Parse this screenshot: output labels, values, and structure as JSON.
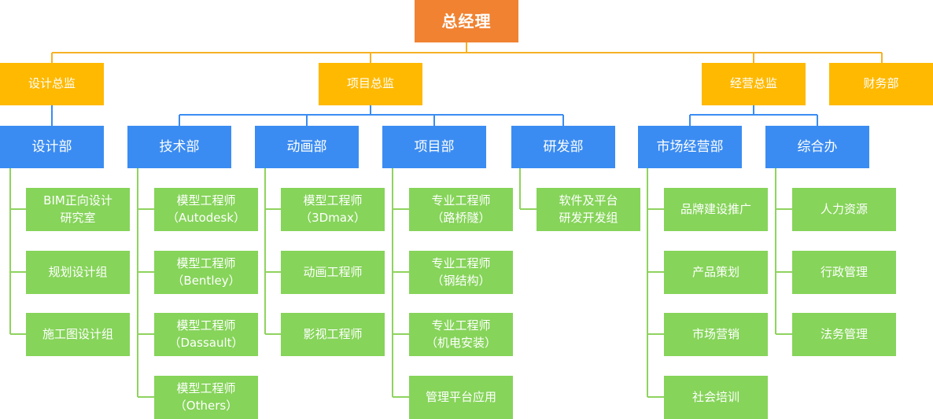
{
  "colors": {
    "ceo": "#F08232",
    "director": "#FFB900",
    "department": "#3B8CF2",
    "team": "#86D45A",
    "line_orange": "#F6B224",
    "line_blue": "#3B8CF2",
    "line_green": "#8FD35F"
  },
  "ceo": "总经理",
  "directors": {
    "design": "设计总监",
    "project": "项目总监",
    "business": "经营总监",
    "finance": "财务部"
  },
  "departments": [
    {
      "name": "设计部",
      "teams": [
        "BIM正向设计\n研究室",
        "规划设计组",
        "施工图设计组"
      ]
    },
    {
      "name": "技术部",
      "teams": [
        "模型工程师\n（Autodesk）",
        "模型工程师\n（Bentley）",
        "模型工程师\n（Dassault）",
        "模型工程师\n（Others）"
      ]
    },
    {
      "name": "动画部",
      "teams": [
        "模型工程师\n（3Dmax）",
        "动画工程师",
        "影视工程师"
      ]
    },
    {
      "name": "项目部",
      "teams": [
        "专业工程师\n（路桥隧）",
        "专业工程师\n（钢结构）",
        "专业工程师\n（机电安装）",
        "管理平台应用"
      ]
    },
    {
      "name": "研发部",
      "teams": [
        "软件及平台\n研发开发组"
      ]
    },
    {
      "name": "市场经营部",
      "teams": [
        "品牌建设推广",
        "产品策划",
        "市场营销",
        "社会培训"
      ]
    },
    {
      "name": "综合办",
      "teams": [
        "人力资源",
        "行政管理",
        "法务管理"
      ]
    }
  ]
}
